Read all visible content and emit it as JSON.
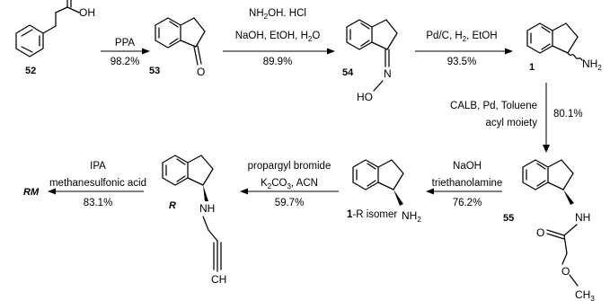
{
  "compounds": {
    "c52": "52",
    "c53": "53",
    "c54": "54",
    "c1": "1",
    "c55": "55",
    "c1r_num": "1",
    "c1r_text": "-R isomer",
    "cR": "R",
    "cRM": "RM"
  },
  "atoms": {
    "oh": "OH",
    "o": "O",
    "n": "N",
    "ho": "HO",
    "nh2_n": "NH",
    "nh2_sub": "2",
    "nh": "NH",
    "ch_short": "CH",
    "ch3_c": "CH",
    "ch3_sub": "3"
  },
  "conditions": {
    "step1": {
      "line1": "PPA",
      "yield": "98.2%"
    },
    "step2": {
      "line1_a": "NH",
      "line1_sub": "2",
      "line1_b": "OH. HCl",
      "line2_a": "NaOH, EtOH, H",
      "line2_sub": "2",
      "line2_b": "O",
      "yield": "89.9%"
    },
    "step3": {
      "line1_a": "Pd/C, H",
      "line1_sub": "2",
      "line1_b": ", EtOH",
      "yield": "93.5%"
    },
    "step4": {
      "line1": "CALB, Pd, Toluene",
      "line2": "acyl moiety",
      "yield": "80.1%"
    },
    "step5": {
      "line1": "NaOH",
      "line2": "triethanolamine",
      "yield": "76.2%"
    },
    "step6": {
      "line1": "propargyl bromide",
      "line2_a": "K",
      "line2_sub1": "2",
      "line2_b": "CO",
      "line2_sub2": "3",
      "line2_c": ", ACN",
      "yield": "59.7%"
    },
    "step7": {
      "line1": "IPA",
      "line2": "methanesulfonic acid",
      "yield": "83.1%"
    }
  }
}
